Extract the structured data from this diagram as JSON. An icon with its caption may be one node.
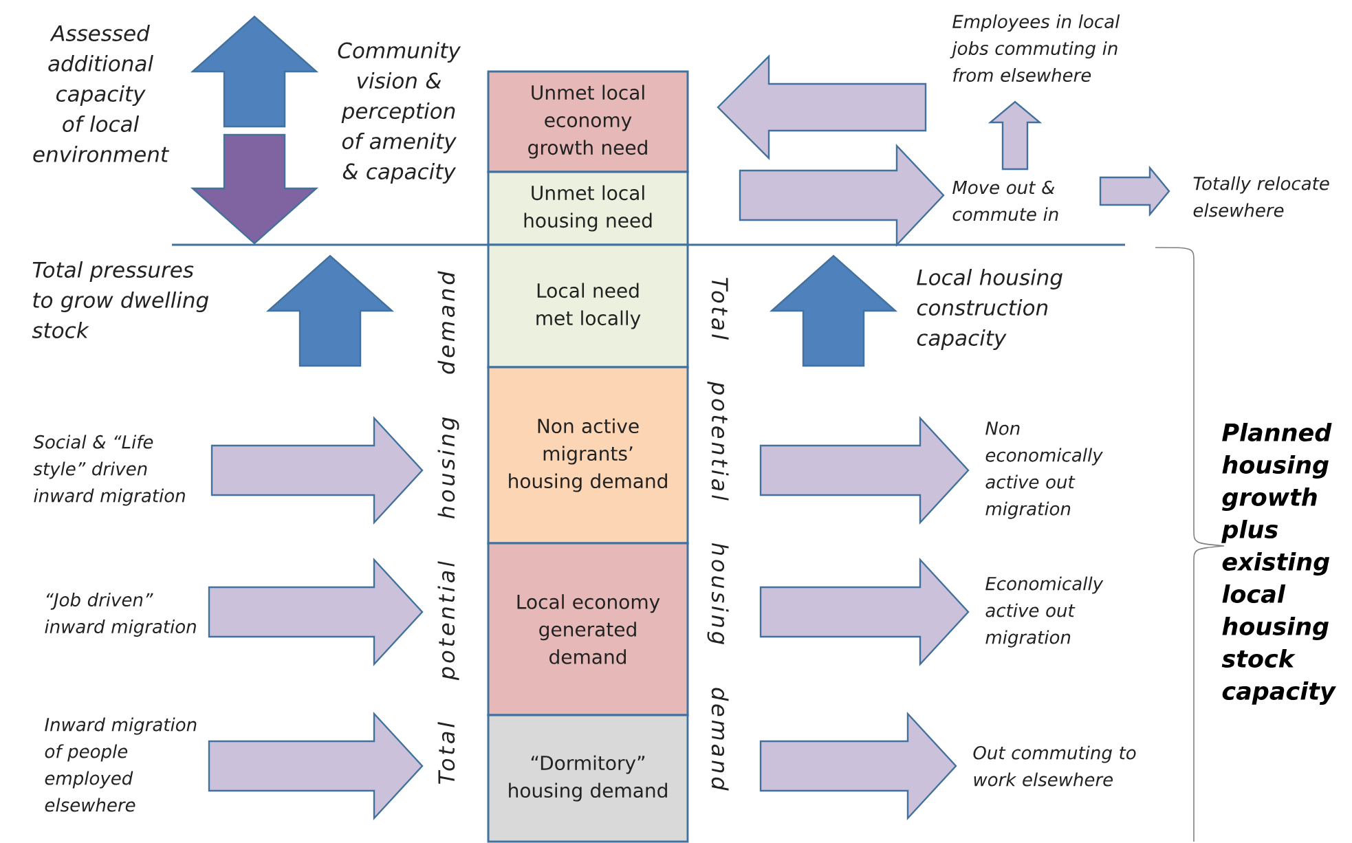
{
  "diagram": {
    "nodes": [
      {
        "text": [
          "Unmet local economy growth need"
        ]
      },
      {
        "text": [
          "Unmet local housing need"
        ]
      },
      {
        "text": [
          "Local need met locally"
        ]
      },
      {
        "text": [
          "Non active migrants’ housing demand"
        ]
      },
      {
        "text": [
          "Local economy generated demand"
        ]
      },
      {
        "text": [
          "“Dormitory” housing demand"
        ]
      },
      {
        "text": [
          "Employees in local jobs commuting in from elsewhere"
        ]
      },
      {
        "text": [
          "Move out & commute in"
        ]
      },
      {
        "text": [
          "Totally relocate elsewhere"
        ]
      },
      {
        "text": [
          "Social & “Life style” driven inward migration"
        ]
      },
      {
        "text": [
          "Non economically active out migration"
        ]
      },
      {
        "text": [
          "“Job driven” inward migration"
        ]
      },
      {
        "text": [
          "Economically active out migration"
        ]
      },
      {
        "text": [
          "Inward migration of people employed elsewhere"
        ]
      },
      {
        "text": [
          "Out commuting to work elsewhere"
        ]
      }
    ],
    "edges": [
      {
        "from": null,
        "to": 0,
        "arrow": "to"
      },
      {
        "from": 1,
        "to": 7,
        "arrow": "to"
      },
      {
        "from": 7,
        "to": 6,
        "arrow": "to"
      },
      {
        "from": 7,
        "to": 8,
        "arrow": "to"
      },
      {
        "from": 9,
        "to": 3,
        "arrow": "to"
      },
      {
        "from": 11,
        "to": 4,
        "arrow": "to"
      },
      {
        "from": 13,
        "to": 5,
        "arrow": "to"
      },
      {
        "from": 3,
        "to": 10,
        "arrow": "to"
      },
      {
        "from": 4,
        "to": 12,
        "arrow": "to"
      },
      {
        "from": 5,
        "to": 14,
        "arrow": "to"
      }
    ],
    "labels": [
      "Assessed additional capacity of local environment",
      "Community vision & perception of amenity & capacity",
      "Total pressures to grow dwelling stock",
      "Local housing construction capacity",
      "Total potential housing demand",
      "Total potential housing demand",
      "Planned housing growth plus existing local housing stock capacity"
    ]
  }
}
